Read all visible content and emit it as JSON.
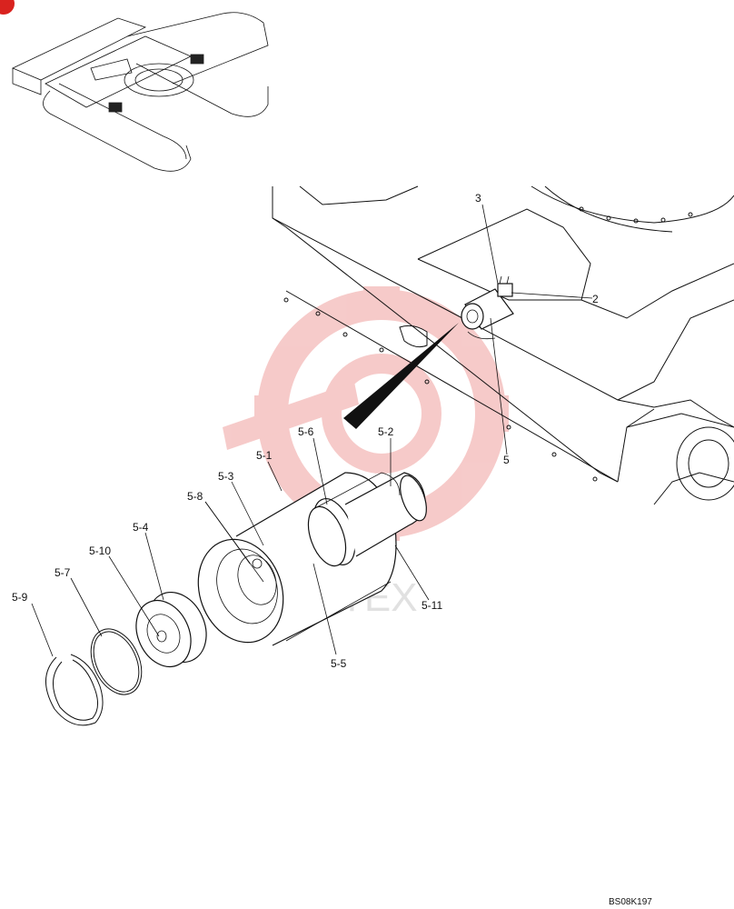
{
  "drawing_code": "BS08K197",
  "watermark": "HITEX",
  "callouts": [
    {
      "id": "c-2",
      "text": "2"
    },
    {
      "id": "c-3",
      "text": "3"
    },
    {
      "id": "c-5",
      "text": "5"
    },
    {
      "id": "c-5-1",
      "text": "5-1"
    },
    {
      "id": "c-5-2",
      "text": "5-2"
    },
    {
      "id": "c-5-3",
      "text": "5-3"
    },
    {
      "id": "c-5-4",
      "text": "5-4"
    },
    {
      "id": "c-5-5",
      "text": "5-5"
    },
    {
      "id": "c-5-6",
      "text": "5-6"
    },
    {
      "id": "c-5-7",
      "text": "5-7"
    },
    {
      "id": "c-5-8",
      "text": "5-8"
    },
    {
      "id": "c-5-9",
      "text": "5-9"
    },
    {
      "id": "c-5-10",
      "text": "5-10"
    },
    {
      "id": "c-5-11",
      "text": "5-11"
    }
  ]
}
